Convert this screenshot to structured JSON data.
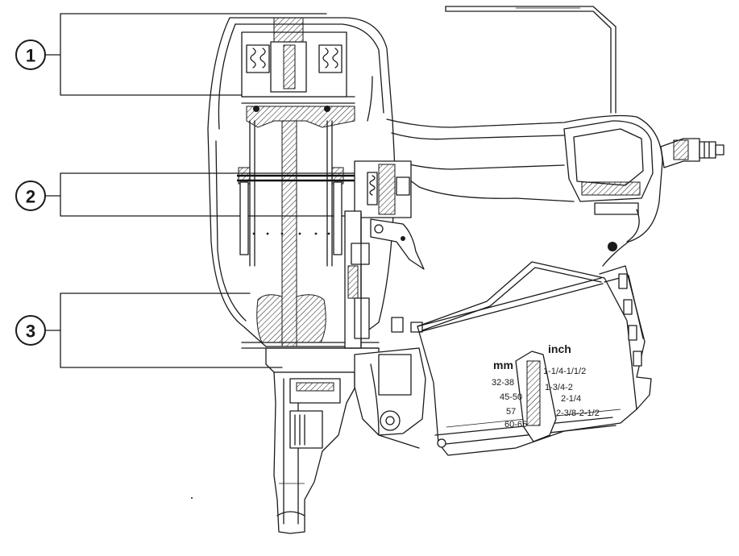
{
  "callouts": [
    {
      "number": "1"
    },
    {
      "number": "2"
    },
    {
      "number": "3"
    }
  ],
  "magazine_scale": {
    "header_mm": "mm",
    "header_inch": "inch",
    "rows": [
      {
        "mm": "32-38",
        "inch": "1-1/4-1/1/2"
      },
      {
        "mm": "45-50",
        "inch": "1-3/4-2"
      },
      {
        "mm": "57",
        "inch": "2-1/4"
      },
      {
        "mm": "60-65",
        "inch": "2-3/8-2-1/2"
      }
    ]
  },
  "colors": {
    "line": "#1a1a1a",
    "background": "#ffffff"
  }
}
